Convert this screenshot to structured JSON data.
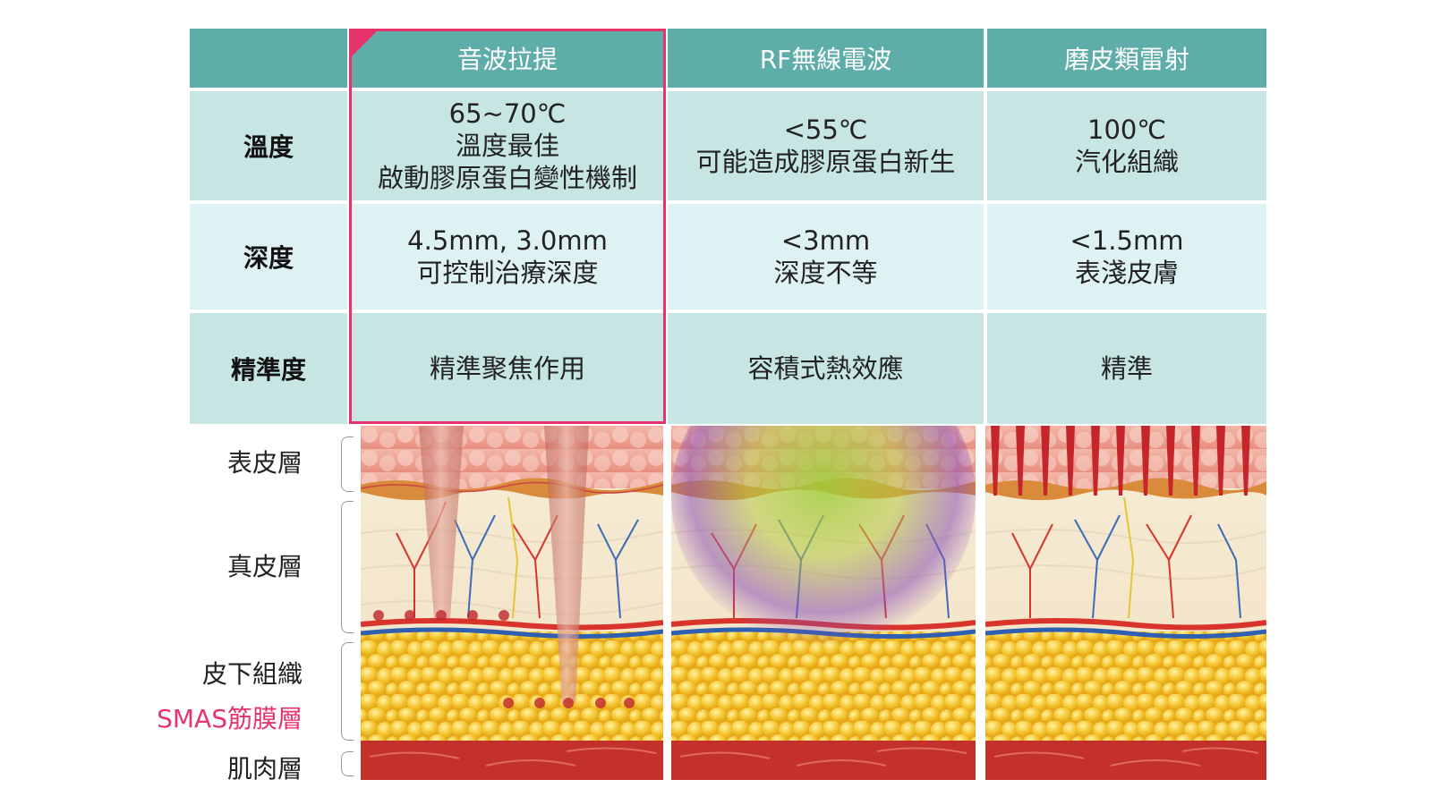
{
  "columns": [
    "音波拉提",
    "RF無線電波",
    "磨皮類雷射"
  ],
  "rows": [
    {
      "label": "溫度",
      "cells": [
        [
          "65~70℃",
          "溫度最佳",
          "啟動膠原蛋白變性機制"
        ],
        [
          "<55℃",
          "可能造成膠原蛋白新生"
        ],
        [
          "100℃",
          "汽化組織"
        ]
      ]
    },
    {
      "label": "深度",
      "cells": [
        [
          "4.5mm, 3.0mm",
          "可控制治療深度"
        ],
        [
          "<3mm",
          "深度不等"
        ],
        [
          "<1.5mm",
          "表淺皮膚"
        ]
      ]
    },
    {
      "label": "精準度",
      "cells": [
        [
          "精準聚焦作用"
        ],
        [
          "容積式熱效應"
        ],
        [
          "精準"
        ]
      ]
    }
  ],
  "layers": {
    "epidermis": "表皮層",
    "dermis": "真皮層",
    "subcutaneous": "皮下組織",
    "smas": "SMAS筋膜層",
    "muscle": "肌肉層"
  },
  "colors": {
    "header": "#5fada9",
    "row_dark": "#c7e6e3",
    "row_light": "#dff2f3",
    "highlight": "#e6336b",
    "smas_text": "#e6336b"
  }
}
